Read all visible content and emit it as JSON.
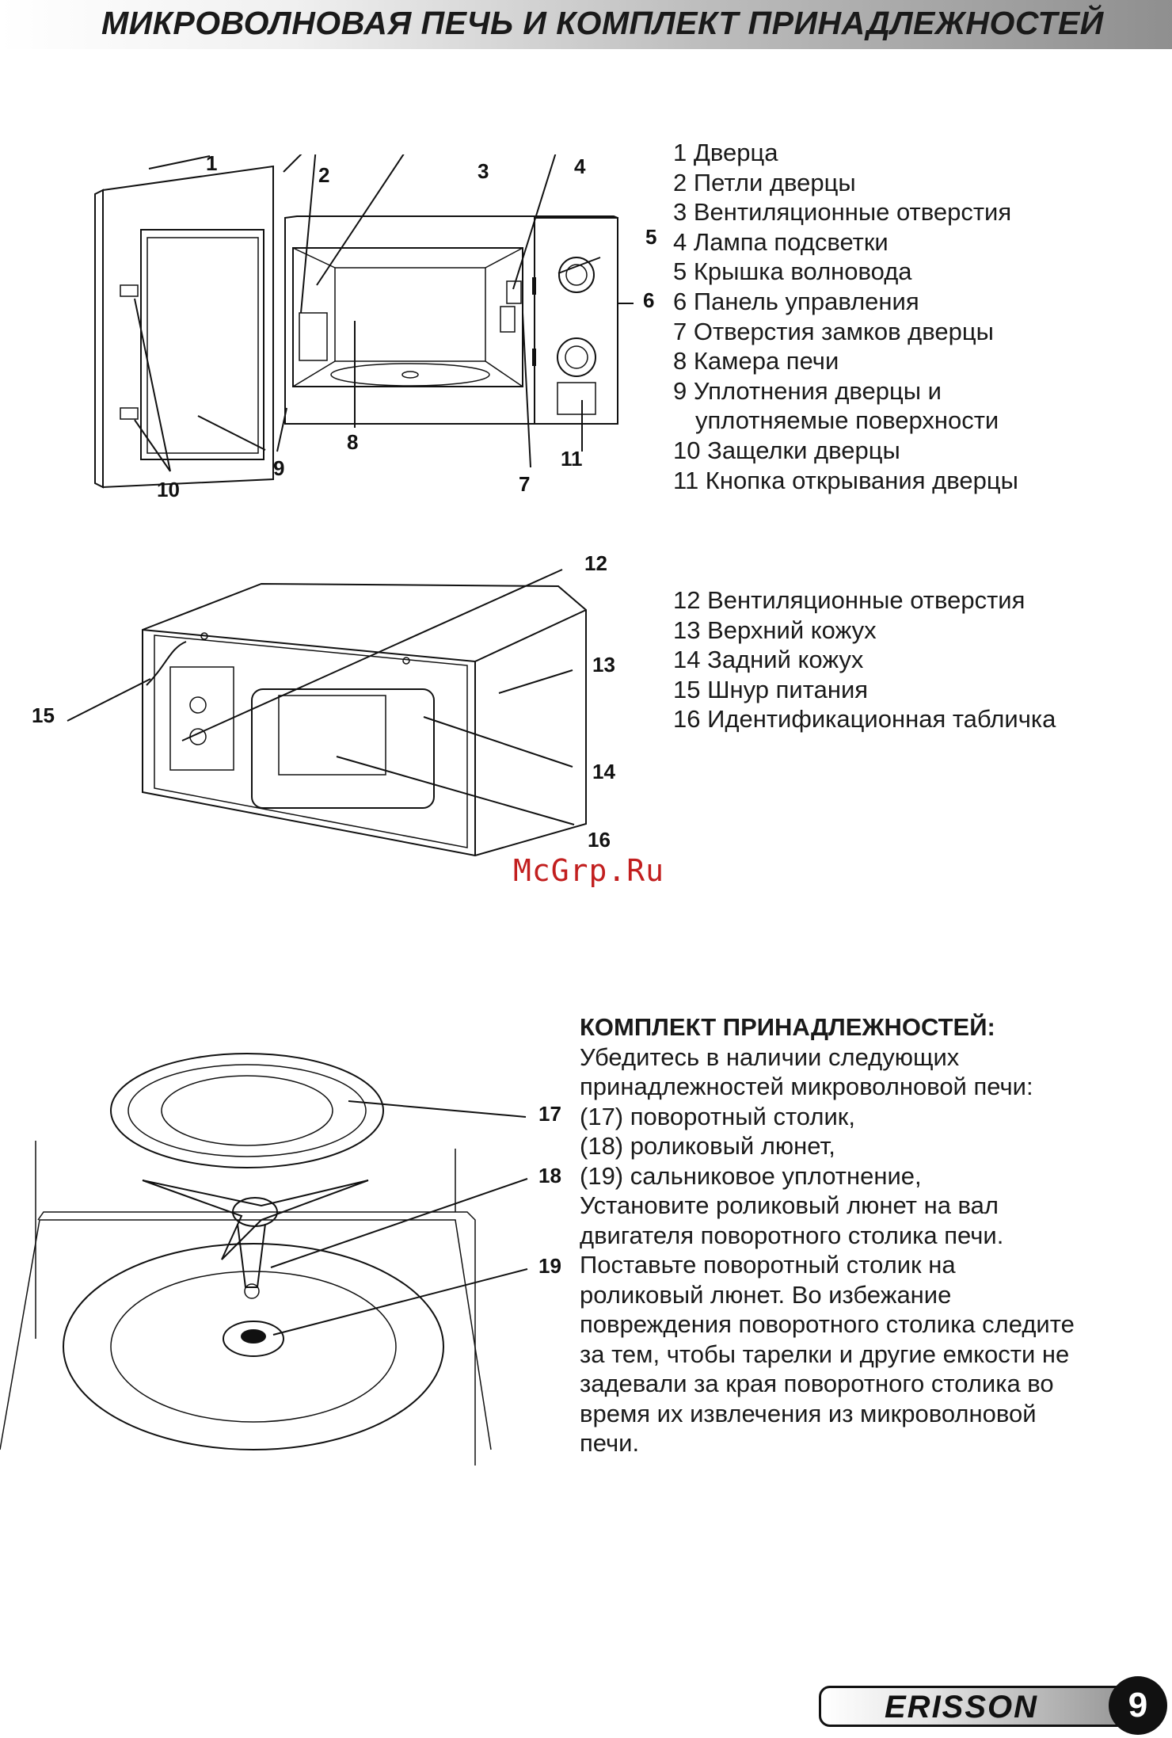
{
  "header": {
    "title": "МИКРОВОЛНОВАЯ ПЕЧЬ И КОМПЛЕКТ ПРИНАДЛЕЖНОСТЕЙ"
  },
  "diagram1": {
    "callouts": [
      "1",
      "2",
      "3",
      "4",
      "5",
      "6",
      "7",
      "8",
      "9",
      "10",
      "11"
    ],
    "legend": [
      "1 Дверца",
      "2 Петли дверцы",
      "3 Вентиляционные отверстия",
      "4 Лампа подсветки",
      "5 Крышка волновода",
      "6 Панель управления",
      "7 Отверстия замков дверцы",
      "8 Камера печи",
      "9 Уплотнения дверцы и",
      "уплотняемые поверхности",
      "10 Защелки дверцы",
      "11 Кнопка открывания дверцы"
    ]
  },
  "diagram2": {
    "callouts": [
      "12",
      "13",
      "14",
      "15",
      "16"
    ],
    "legend": [
      "12 Вентиляционные отверстия",
      "13 Верхний кожух",
      "14 Задний кожух",
      "15 Шнур питания",
      "16 Идентификационная табличка"
    ]
  },
  "watermark": "McGrp.Ru",
  "accessories": {
    "callouts": [
      "17",
      "18",
      "19"
    ],
    "heading": "КОМПЛЕКТ ПРИНАДЛЕЖНОСТЕЙ:",
    "lines": [
      "Убедитесь в наличии следующих",
      "принадлежностей микроволновой печи:",
      "(17) поворотный столик,",
      "(18) роликовый люнет,",
      "(19) сальниковое уплотнение,",
      "Установите роликовый люнет на вал",
      "двигателя поворотного столика печи.",
      "Поставьте поворотный столик на",
      "роликовый люнет. Во избежание",
      "повреждения поворотного столика следите",
      "за тем, чтобы тарелки и другие емкости не",
      "задевали за края поворотного столика во",
      "время их извлечения из микроволновой",
      "печи."
    ]
  },
  "footer": {
    "brand": "ERISSON",
    "page_number": "9"
  }
}
